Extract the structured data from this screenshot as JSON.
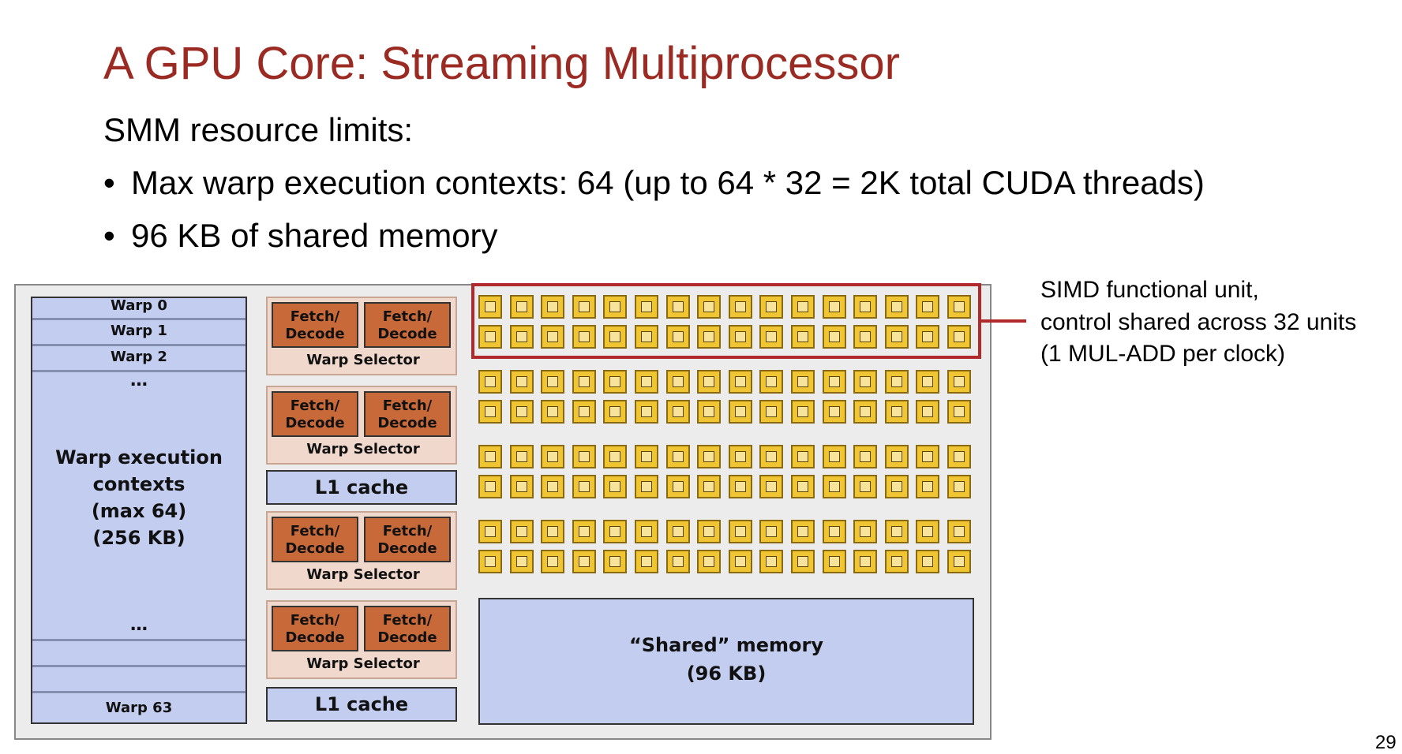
{
  "slide": {
    "title": "A GPU Core: Streaming Multiprocessor",
    "subtitle": "SMM resource limits:",
    "bullets": [
      "Max warp execution contexts: 64 (up to 64 * 32 = 2K total CUDA threads)",
      "96 KB of shared memory"
    ],
    "bullet_symbol": "•",
    "page_number": "29"
  },
  "diagram": {
    "warp_column": {
      "top_warps": [
        "Warp 0",
        "Warp 1",
        "Warp 2"
      ],
      "ellipsis": "…",
      "context_label": [
        "Warp execution",
        "contexts",
        "(max 64)",
        "(256 KB)"
      ],
      "last_warp": "Warp 63"
    },
    "fetch_decode_label": [
      "Fetch/",
      "Decode"
    ],
    "warp_selector_label": "Warp Selector",
    "l1_cache_label": "L1 cache",
    "shared_memory_label": [
      "“Shared” memory",
      "(96 KB)"
    ],
    "alu_grid": {
      "columns": 16,
      "rows": 8
    },
    "callout_lines": [
      "SIMD functional unit,",
      "control shared across 32 units",
      "(1 MUL-ADD per clock)"
    ],
    "colors": {
      "title": "#9b2a23",
      "warp_blue": "#c2cdf0",
      "fetch_decode": "#c8693a",
      "warp_selector_bg": "#f0d9cc",
      "alu_yellow": "#f0c534",
      "highlight_red": "#b0292b"
    }
  }
}
